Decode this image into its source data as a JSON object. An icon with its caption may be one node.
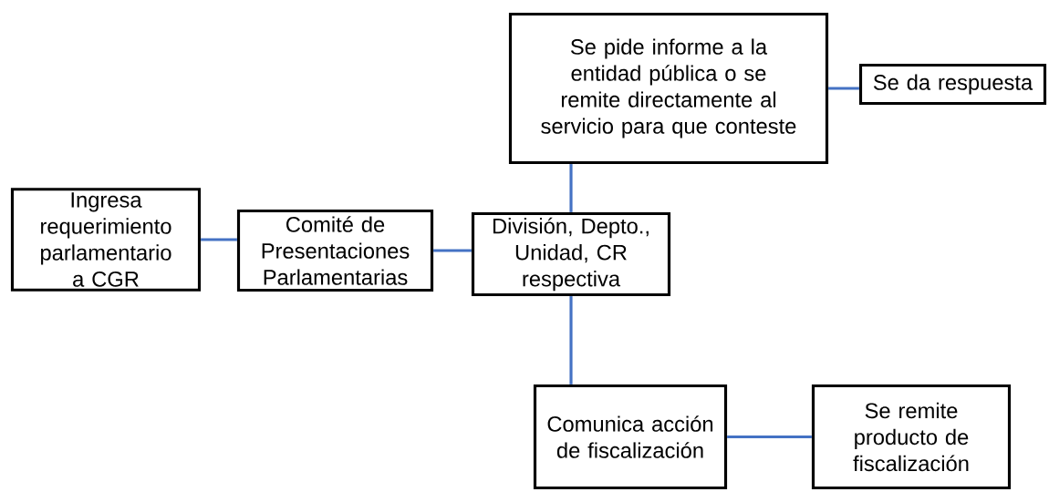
{
  "diagram": {
    "nodes": [
      {
        "text": [
          "Ingresa requerimiento parlamentario a CGR"
        ]
      },
      {
        "text": [
          "Comité de Presentaciones Parlamentarias"
        ]
      },
      {
        "text": [
          "División, Depto., Unidad, CR respectiva"
        ]
      },
      {
        "text": [
          "Se pide informe a la entidad pública o se remite directamente al servicio para que conteste"
        ]
      },
      {
        "text": [
          "Se da respuesta"
        ]
      },
      {
        "text": [
          "Comunica acción de fiscalización"
        ]
      },
      {
        "text": [
          "Se remite producto de fiscalización"
        ]
      }
    ],
    "edges": [
      {
        "from": 0,
        "to": 1,
        "arrow": "none"
      },
      {
        "from": 1,
        "to": 2,
        "arrow": "none"
      },
      {
        "from": 2,
        "to": 3,
        "arrow": "none"
      },
      {
        "from": 3,
        "to": 4,
        "arrow": "none"
      },
      {
        "from": 2,
        "to": 5,
        "arrow": "none"
      },
      {
        "from": 5,
        "to": 6,
        "arrow": "none"
      }
    ]
  }
}
